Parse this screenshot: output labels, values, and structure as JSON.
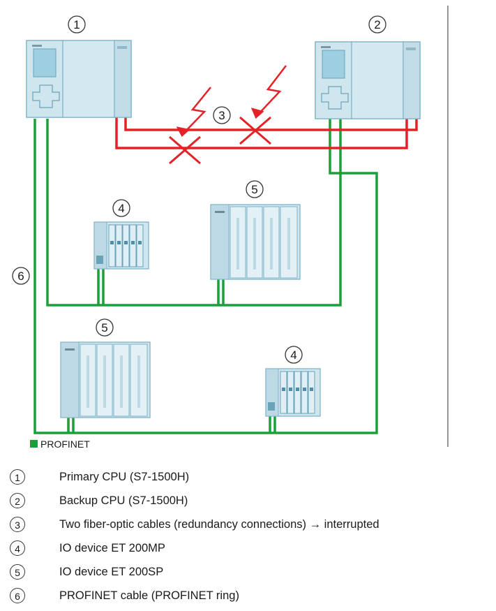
{
  "diagram": {
    "markers": {
      "primary_cpu": "1",
      "backup_cpu": "2",
      "fiber_optic": "3",
      "et200mp": "4",
      "et200sp": "5",
      "profinet_cable": "6"
    },
    "network_legend": "PROFINET",
    "colors": {
      "profinet": "#1e9e3a",
      "redundancy": "#e32227",
      "device_fill": "#cfe6ef",
      "device_stroke": "#7fb2c6",
      "divider": "#555555"
    }
  },
  "legend": [
    {
      "number": "1",
      "text": "Primary CPU (S7-1500H)"
    },
    {
      "number": "2",
      "text": "Backup CPU (S7-1500H)"
    },
    {
      "number": "3",
      "text": "Two fiber-optic cables (redundancy connections) → interrupted"
    },
    {
      "number": "4",
      "text": "IO device ET 200MP"
    },
    {
      "number": "5",
      "text": "IO device ET 200SP"
    },
    {
      "number": "6",
      "text": "PROFINET cable (PROFINET ring)"
    }
  ]
}
